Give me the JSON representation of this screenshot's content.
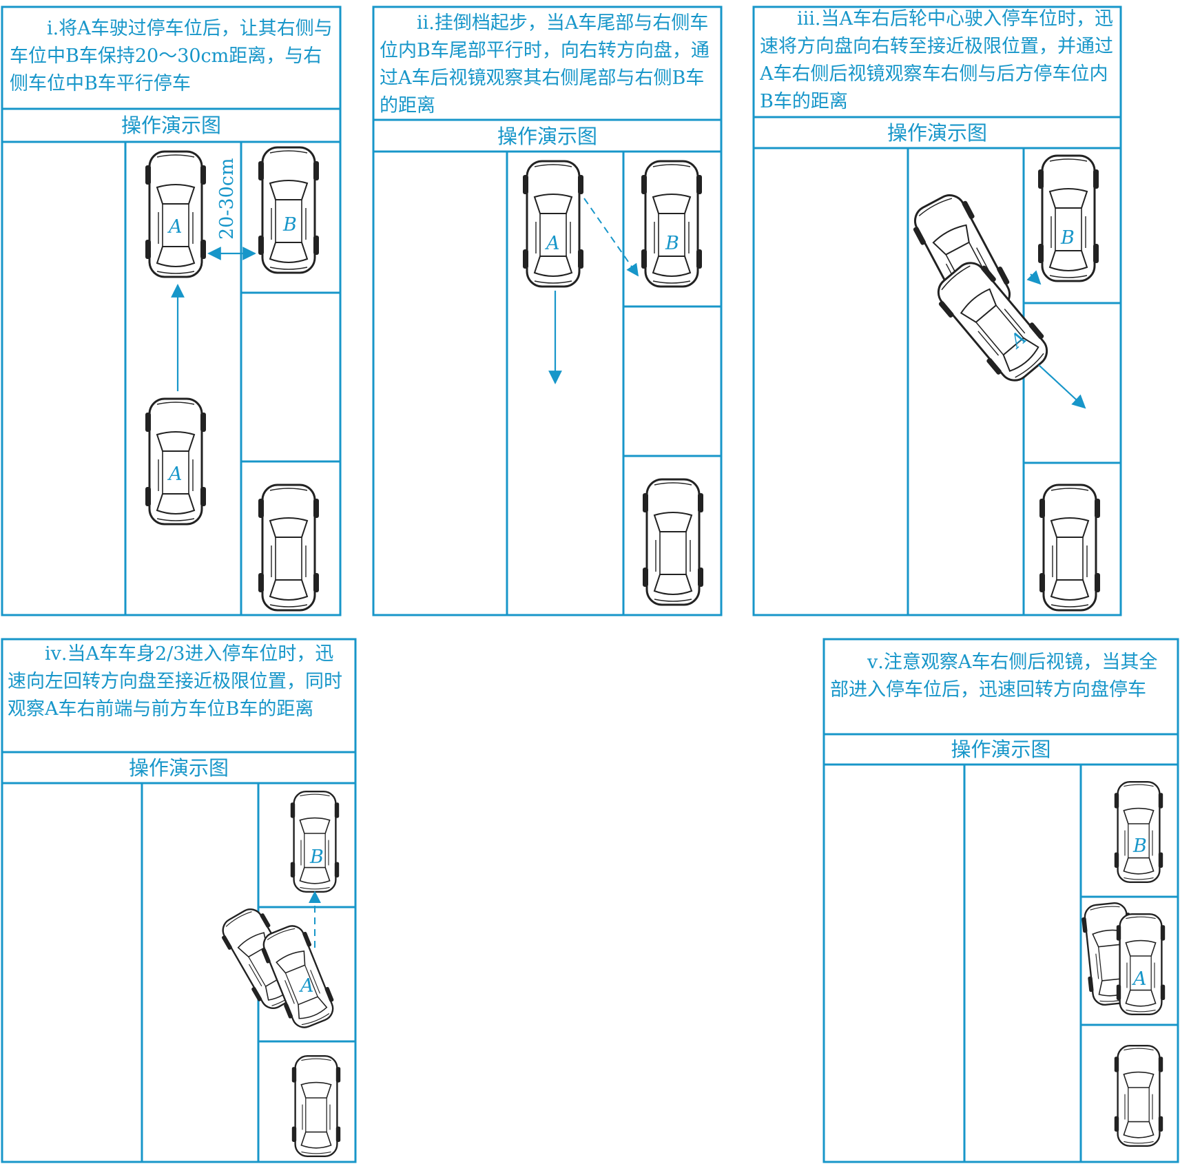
{
  "colors": {
    "accent": "#1796c9",
    "car_line": "#222222"
  },
  "panels": [
    {
      "id": "i",
      "caption": "ⅰ.将A车驶过停车位后，让其右侧与车位中B车保持20～30cm距离，与右侧车位中B车平行停车",
      "header": "操作演示图"
    },
    {
      "id": "ii",
      "caption": "ⅱ.挂倒档起步，当A车尾部与右侧车位内B车尾部平行时，向右转方向盘，通过A车后视镜观察其右侧尾部与右侧B车的距离",
      "header": "操作演示图"
    },
    {
      "id": "iii",
      "caption": "ⅲ.当A车右后轮中心驶入停车位时，迅速将方向盘向右转至接近极限位置，并通过A车右侧后视镜观察车右侧与后方停车位内B车的距离",
      "header": "操作演示图"
    },
    {
      "id": "iv",
      "caption": "ⅳ.当A车车身2/3进入停车位时，迅速向左回转方向盘至接近极限位置，同时观察A车右前端与前方车位B车的距离",
      "header": "操作演示图"
    },
    {
      "id": "v",
      "caption": "ⅴ.注意观察A车右侧后视镜，当其全部进入停车位后，迅速回转方向盘停车",
      "header": "操作演示图"
    }
  ],
  "labels": {
    "car_a": "A",
    "car_b": "B",
    "distance": "20-30cm"
  }
}
